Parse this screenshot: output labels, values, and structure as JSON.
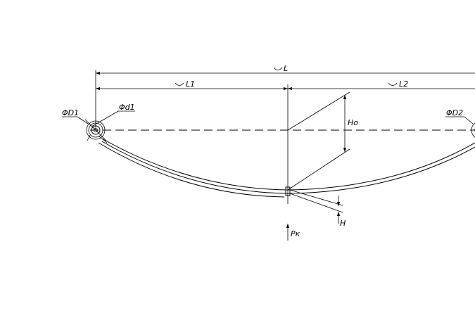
{
  "labels": {
    "total_length": "L",
    "front_length": "L1",
    "rear_length": "L2",
    "free_camber": "Ho",
    "loaded_height": "H",
    "load": "Pк",
    "front_eye_outer_dia": "ΦD1",
    "front_eye_inner_dia": "Φd1",
    "rear_eye_outer_dia": "ΦD2"
  }
}
